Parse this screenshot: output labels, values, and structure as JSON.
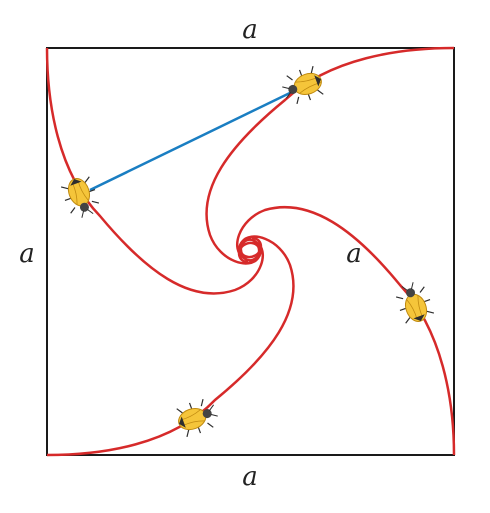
{
  "labels": {
    "top": "a",
    "bottom": "a",
    "left": "a",
    "inner": "a"
  },
  "colors": {
    "square": "#1a1a1a",
    "spiral": "#d62a2a",
    "segment": "#1a7ec2",
    "bug_body": "#f5c53a",
    "bug_dark": "#2e2e2e"
  },
  "icons": [
    "ladybug-icon",
    "ladybug-icon",
    "ladybug-icon",
    "ladybug-icon"
  ]
}
